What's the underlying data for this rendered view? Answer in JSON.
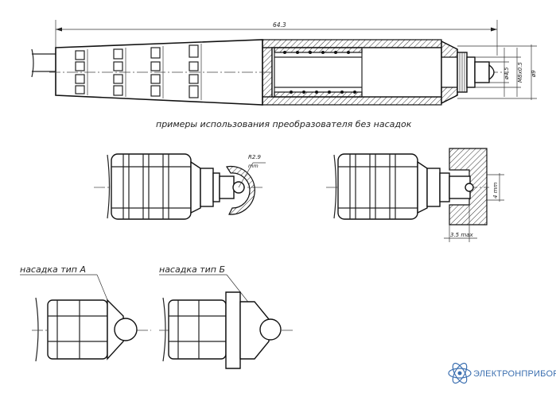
{
  "dimensions": {
    "total_length": "64.3",
    "dia_small": "ø4.5",
    "dia_thread": "М8х0.5",
    "dia_body": "ø9",
    "radius": "R2.9",
    "radius_unit": "mm",
    "width": "4 mm",
    "depth": "3.5 max"
  },
  "caption": "примеры использования преобразователя без насадок",
  "labels": {
    "nozzle_a": "насадка тип А",
    "nozzle_b": "насадка тип Б"
  },
  "brand": {
    "name": "ЭЛЕКТРОНПРИБОР",
    "color": "#3b6fb0"
  }
}
